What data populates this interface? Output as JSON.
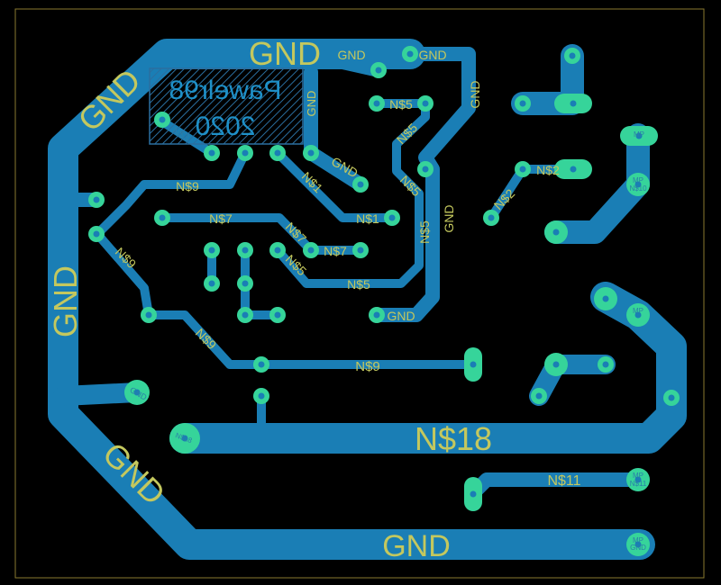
{
  "board": {
    "outline_color": "#8a7a30",
    "trace_color": "#1a7eb5",
    "pad_color": "#36d49a",
    "label_color": "#c4c85e"
  },
  "copper_text": {
    "line1": "Pawelr98",
    "line2": "2020"
  },
  "labels": {
    "gnd": "GND",
    "n9": "N$9",
    "n7": "N$7",
    "n5": "N$5",
    "n1": "N$1",
    "n2": "N$2",
    "n18": "N$18",
    "n11": "N$11",
    "n3": "N$3",
    "mp": "MP"
  },
  "pad_labels": {
    "n3": "N$3",
    "n10": "N$10",
    "n18": "N$18",
    "n11": "N$11",
    "gnd": "GND",
    "n5": "N$5",
    "n2": "N$2",
    "n9": "N$9",
    "n1": "N$1",
    "n7": "N$7",
    "mp": "MP"
  }
}
